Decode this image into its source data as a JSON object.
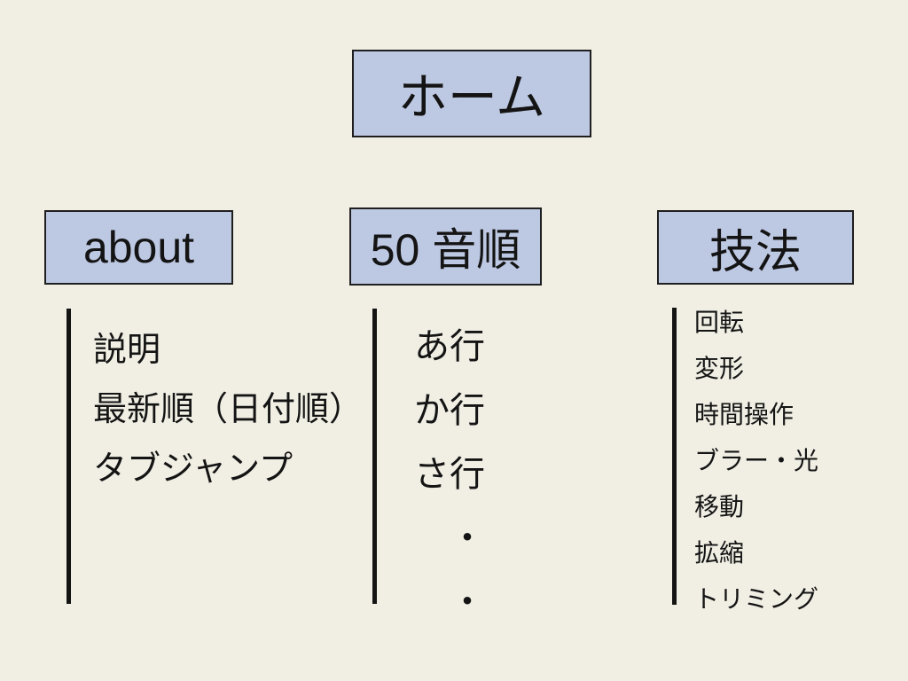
{
  "slide": {
    "background_color": "#f1efe4",
    "node_fill_color": "#bdc8e2",
    "node_border_color": "#1f1f1f",
    "text_color": "#141414",
    "line_color": "#141414"
  },
  "root_node": {
    "label": "ホーム"
  },
  "branches": [
    {
      "title": "about",
      "items": [
        "説明",
        "最新順（日付順）",
        "タブジャンプ"
      ]
    },
    {
      "title": "50 音順",
      "items": [
        "あ行",
        "か行",
        "さ行",
        "・",
        "・"
      ]
    },
    {
      "title": "技法",
      "items": [
        "回転",
        "変形",
        "時間操作",
        "ブラー・光",
        "移動",
        "拡縮",
        "トリミング"
      ]
    }
  ]
}
